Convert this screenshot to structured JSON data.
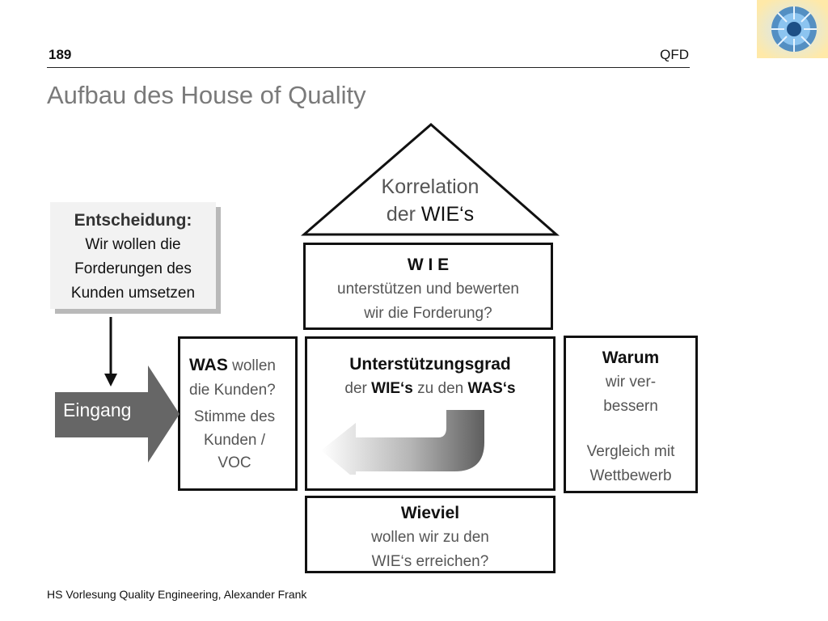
{
  "header": {
    "page_number": "189",
    "section": "QFD",
    "title": "Aufbau des House of Quality"
  },
  "roof": {
    "line1": "Korrelation",
    "line2_prefix": "der ",
    "line2_emph": "WIE‘s"
  },
  "wie": {
    "title": "W I E",
    "line1": "unterstützen und bewerten",
    "line2": "wir die Forderung?"
  },
  "was": {
    "title": "WAS",
    "title_suffix": " wollen",
    "line2": "die Kunden?",
    "line3": "Stimme des",
    "line4": "Kunden /",
    "line5": "VOC"
  },
  "unterstuetzung": {
    "title": "Unterstützungsgrad",
    "sub_prefix": "der ",
    "sub_wie": "WIE‘s",
    "sub_mid": " zu den ",
    "sub_was": "WAS‘s"
  },
  "warum": {
    "title": "Warum",
    "line1": "wir ver-",
    "line2": "bessern",
    "line3": "Vergleich mit",
    "line4": "Wettbewerb"
  },
  "wieviel": {
    "title": "Wieviel",
    "line1": "wollen wir zu den",
    "line2": "WIE‘s erreichen?"
  },
  "entscheidung": {
    "title": "Entscheidung:",
    "line1": "Wir wollen die",
    "line2": "Forderungen des",
    "line3": "Kunden umsetzen"
  },
  "eingang": {
    "label": "Eingang"
  },
  "footer": {
    "text": "HS Vorlesung Quality Engineering, Alexander Frank"
  },
  "colors": {
    "eingang_arrow": "#666666",
    "title_gray": "#7a7a7a",
    "text_gray": "#555555"
  },
  "icons": {
    "logo": "turbine-wheel-icon",
    "down_arrow": "arrow-down-icon",
    "curved_arrow": "curved-arrow-left-icon"
  }
}
